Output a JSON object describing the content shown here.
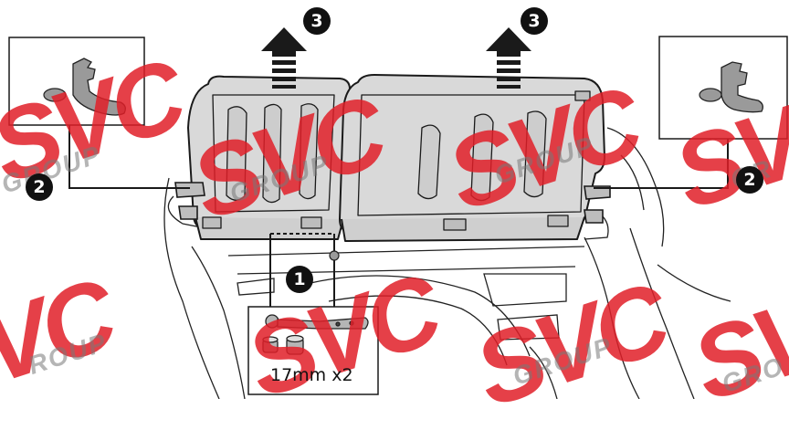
{
  "callouts": {
    "c1": "1",
    "c2_left": "2",
    "c2_right": "2",
    "c3_left": "3",
    "c3_right": "3"
  },
  "tool_label": "17mm x2",
  "watermark": {
    "brand": "SVC",
    "group": "GROUP"
  },
  "colors": {
    "panel": "#d9d9d9",
    "line": "#1a1a1a",
    "watermark": "#e11e28",
    "callout": "#111111"
  }
}
